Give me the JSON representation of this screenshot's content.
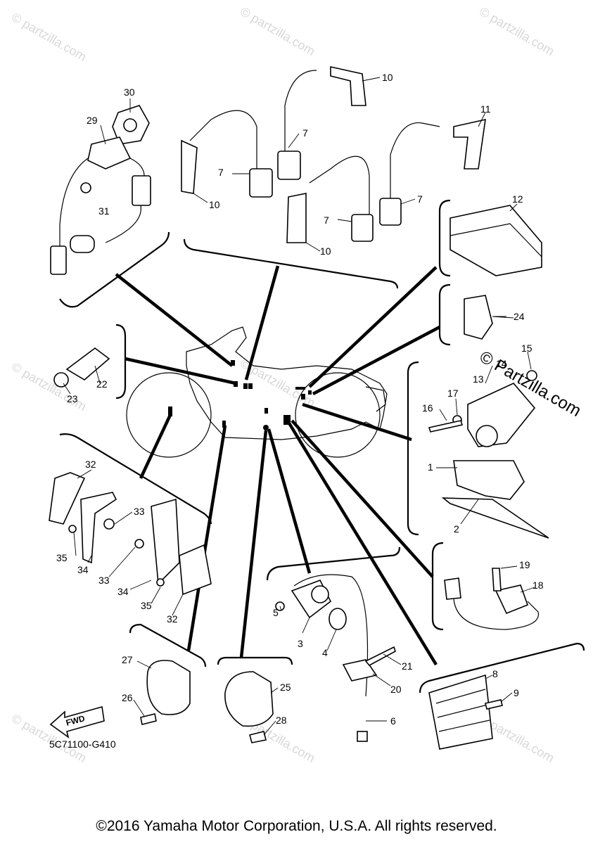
{
  "watermark": "© partzilla.com",
  "watermark_large": "© Partzilla.com",
  "fwd_label": "FWD",
  "diagram_code": "5C71100-G410",
  "copyright": "©2016 Yamaha Motor Corporation, U.S.A. All rights reserved.",
  "part_numbers": {
    "p1": "1",
    "p2": "2",
    "p3": "3",
    "p4": "4",
    "p5": "5",
    "p6": "6",
    "p7a": "7",
    "p7b": "7",
    "p7c": "7",
    "p7d": "7",
    "p8": "8",
    "p9": "9",
    "p10a": "10",
    "p10b": "10",
    "p10c": "10",
    "p11": "11",
    "p12": "12",
    "p13": "13",
    "p14": "14",
    "p15": "15",
    "p16": "16",
    "p17": "17",
    "p18": "18",
    "p19": "19",
    "p20": "20",
    "p21": "21",
    "p22": "22",
    "p23": "23",
    "p24": "24",
    "p25": "25",
    "p26": "26",
    "p27": "27",
    "p28": "28",
    "p29": "29",
    "p30": "30",
    "p31": "31",
    "p32a": "32",
    "p32b": "32",
    "p33a": "33",
    "p33b": "33",
    "p34a": "34",
    "p34b": "34",
    "p35a": "35",
    "p35b": "35"
  }
}
